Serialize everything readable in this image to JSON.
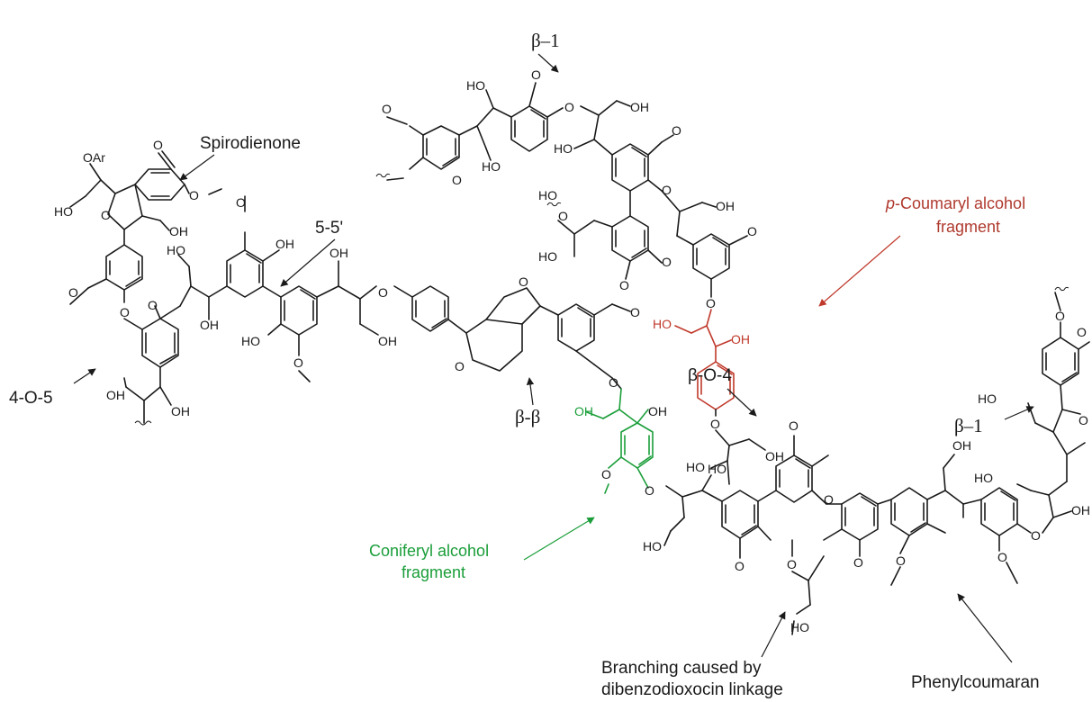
{
  "labels": {
    "spirodienone": "Spirodienone",
    "five_five": "5-5'",
    "four_o_five": "4-O-5",
    "beta_one_top": "β–1",
    "beta_beta": "β-β",
    "beta_o_four": "β-O-4",
    "beta_one_right": "β–1",
    "p_coumaryl_line1": "p-Coumaryl alcohol",
    "p_coumaryl_line2": "fragment",
    "coniferyl_line1": "Coniferyl alcohol",
    "coniferyl_line2": "fragment",
    "branching_line1": "Branching caused by",
    "branching_line2": "dibenzodioxocin linkage",
    "phenylcoumaran": "Phenylcoumaran"
  },
  "atoms": {
    "OAr": "OAr",
    "O": "O",
    "OH": "OH",
    "HO": "HO"
  },
  "colors": {
    "ink": "#1a1a1a",
    "coumaryl": "#c0392b",
    "coniferyl": "#1b9e3a"
  }
}
